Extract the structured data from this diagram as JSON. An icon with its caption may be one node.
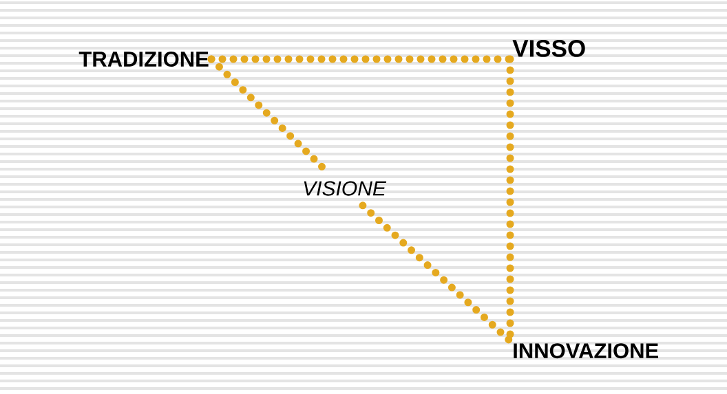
{
  "diagram": {
    "nodes": [
      {
        "text": [
          "TRADIZIONE"
        ]
      },
      {
        "text": [
          "VISSO"
        ]
      },
      {
        "text": [
          "VISIONE"
        ]
      },
      {
        "text": [
          "INNOVAZIONE"
        ]
      }
    ],
    "edges": [
      {
        "from": 0,
        "to": 1,
        "arrow": "none"
      },
      {
        "from": 1,
        "to": 3,
        "arrow": "none"
      },
      {
        "from": 0,
        "to": 2,
        "arrow": "none"
      },
      {
        "from": 2,
        "to": 3,
        "arrow": "none"
      }
    ]
  }
}
